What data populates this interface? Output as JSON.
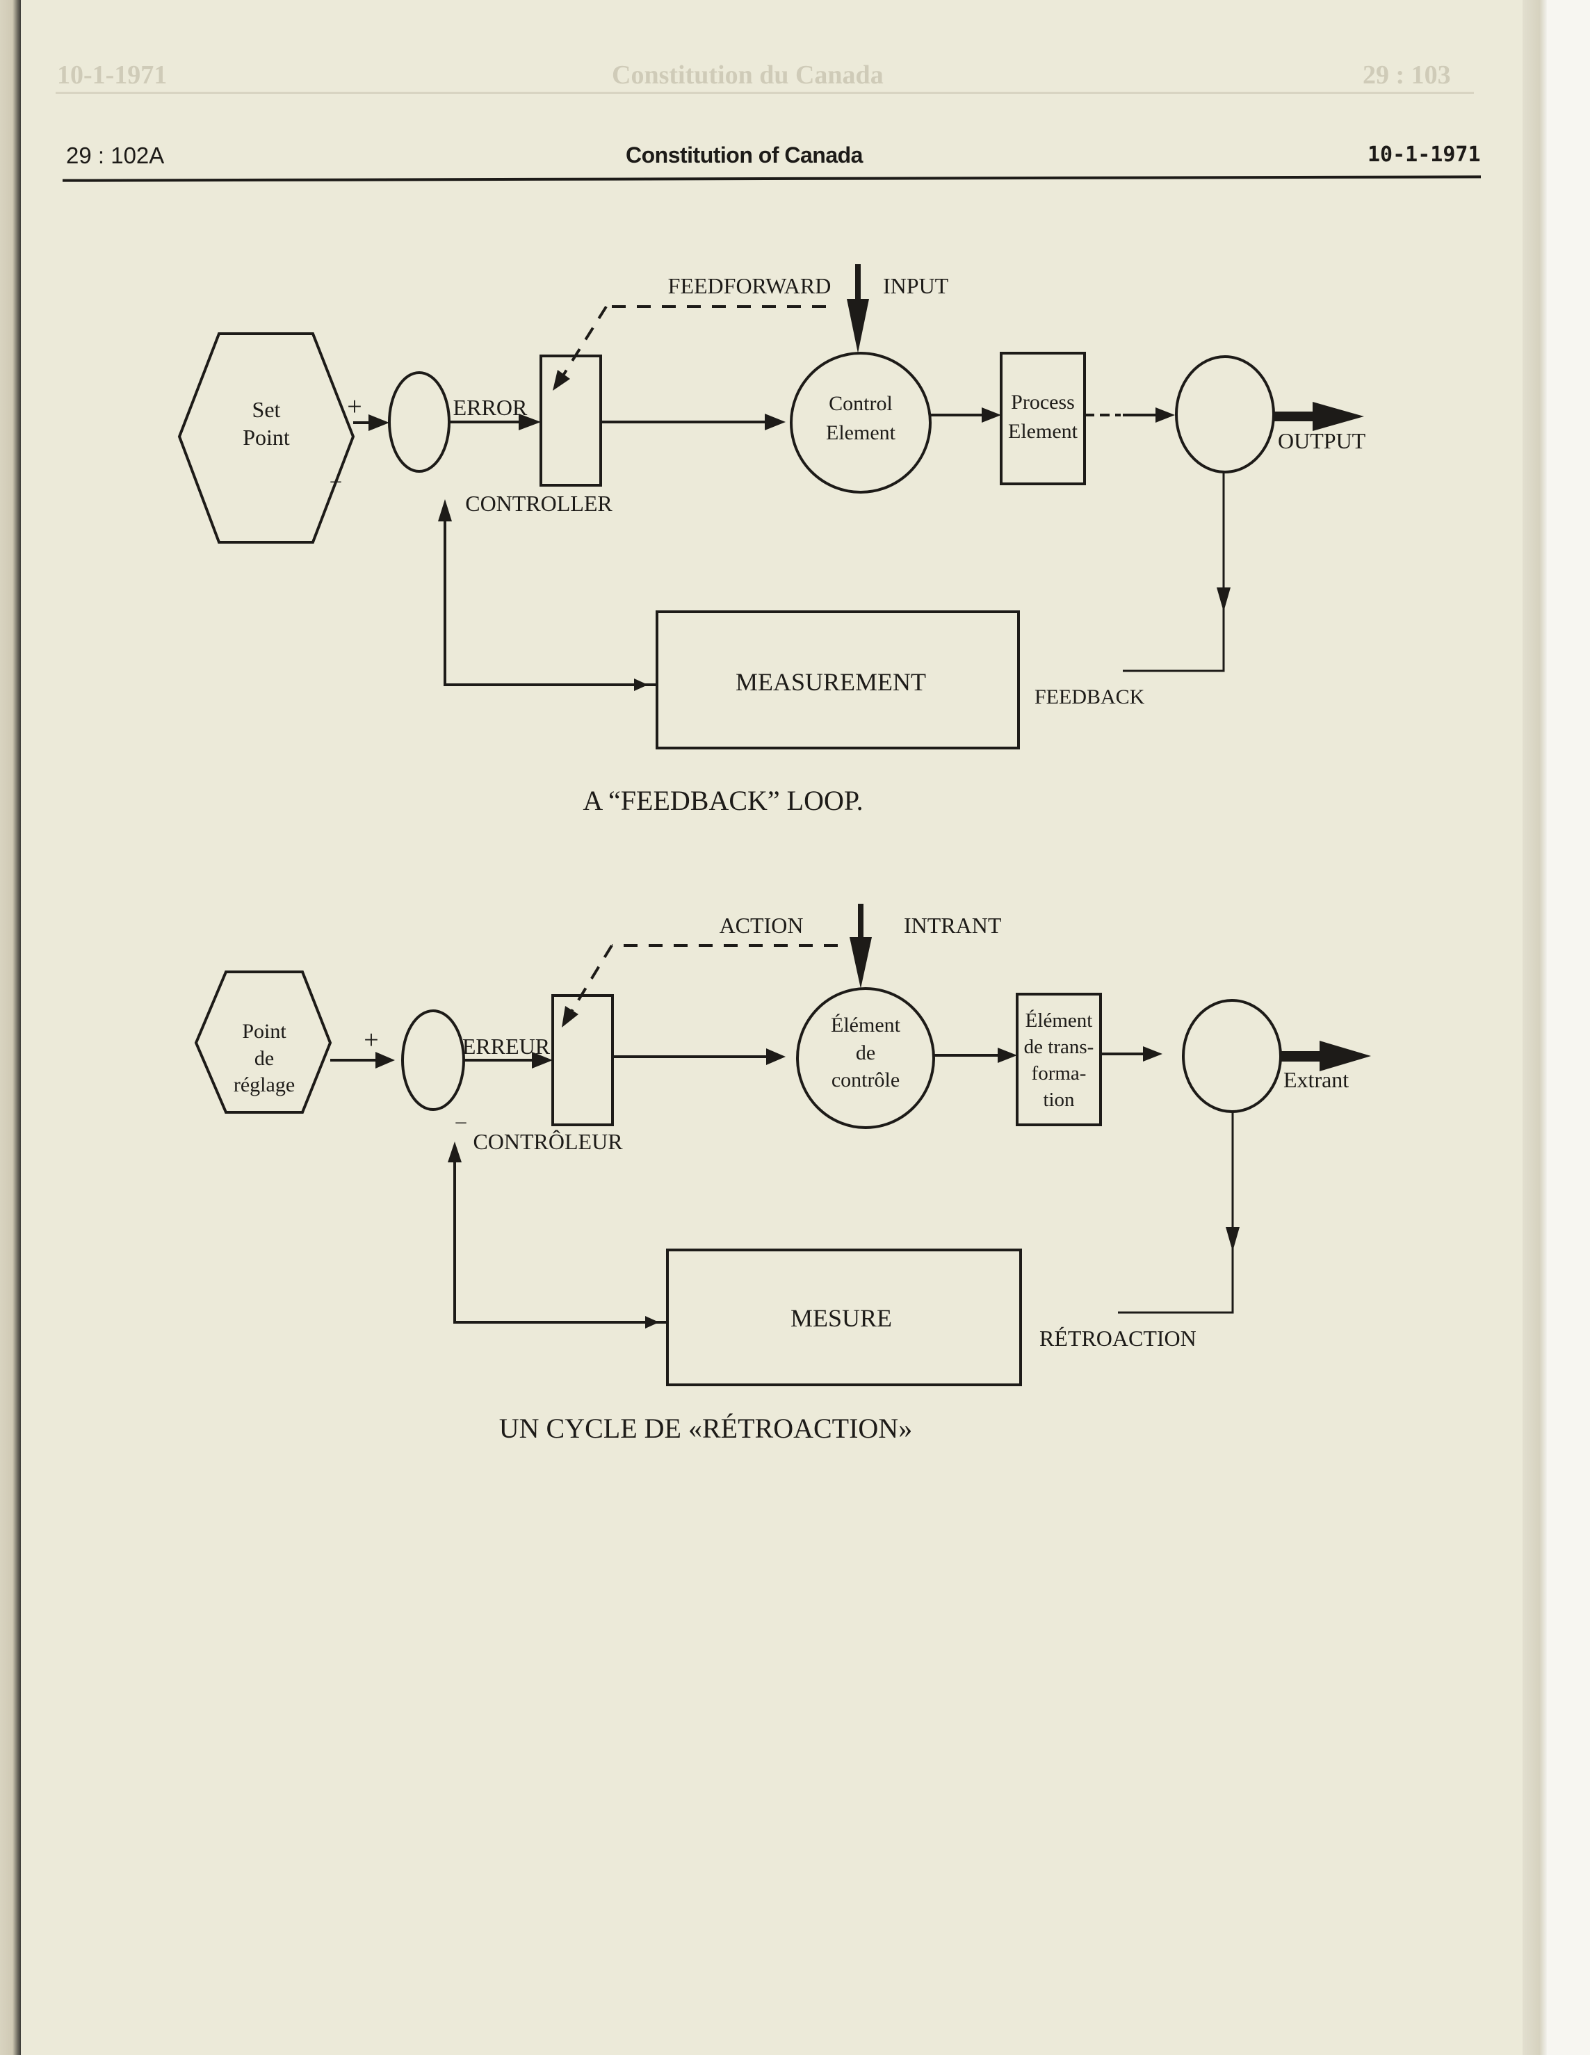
{
  "page_header": {
    "page_number": "29 : 102A",
    "title": "Constitution of Canada",
    "date": "10-1-1971"
  },
  "bleed_through": {
    "header_left": "10-1-1971",
    "header_center": "Constitution du Canada",
    "header_right": "29 : 103"
  },
  "diagram_english": {
    "set_point": [
      "Set",
      "Point"
    ],
    "plus_sign": "+",
    "minus_sign": "–",
    "error_label": "ERROR",
    "controller_label": "CONTROLLER",
    "feedforward_label": "FEEDFORWARD",
    "input_label": "INPUT",
    "control_element": [
      "Control",
      "Element"
    ],
    "process_element": [
      "Process",
      "Element"
    ],
    "output_label": "OUTPUT",
    "measurement_label": "MEASUREMENT",
    "feedback_label": "FEEDBACK",
    "caption": "A “FEEDBACK” LOOP."
  },
  "diagram_french": {
    "set_point": [
      "Point",
      "de",
      "réglage"
    ],
    "plus_sign": "+",
    "minus_sign": "–",
    "error_label": "ERREUR",
    "controller_label": "CONTRÔLEUR",
    "feedforward_label": "ACTION",
    "input_label": "INTRANT",
    "control_element": [
      "Élément",
      "de",
      "contrôle"
    ],
    "process_element": [
      "Élément",
      "de trans-",
      "forma-",
      "tion"
    ],
    "output_label": "Extrant",
    "measurement_label": "MESURE",
    "feedback_label": "RÉTROACTION",
    "caption": "UN CYCLE DE «RÉTROACTION»"
  }
}
